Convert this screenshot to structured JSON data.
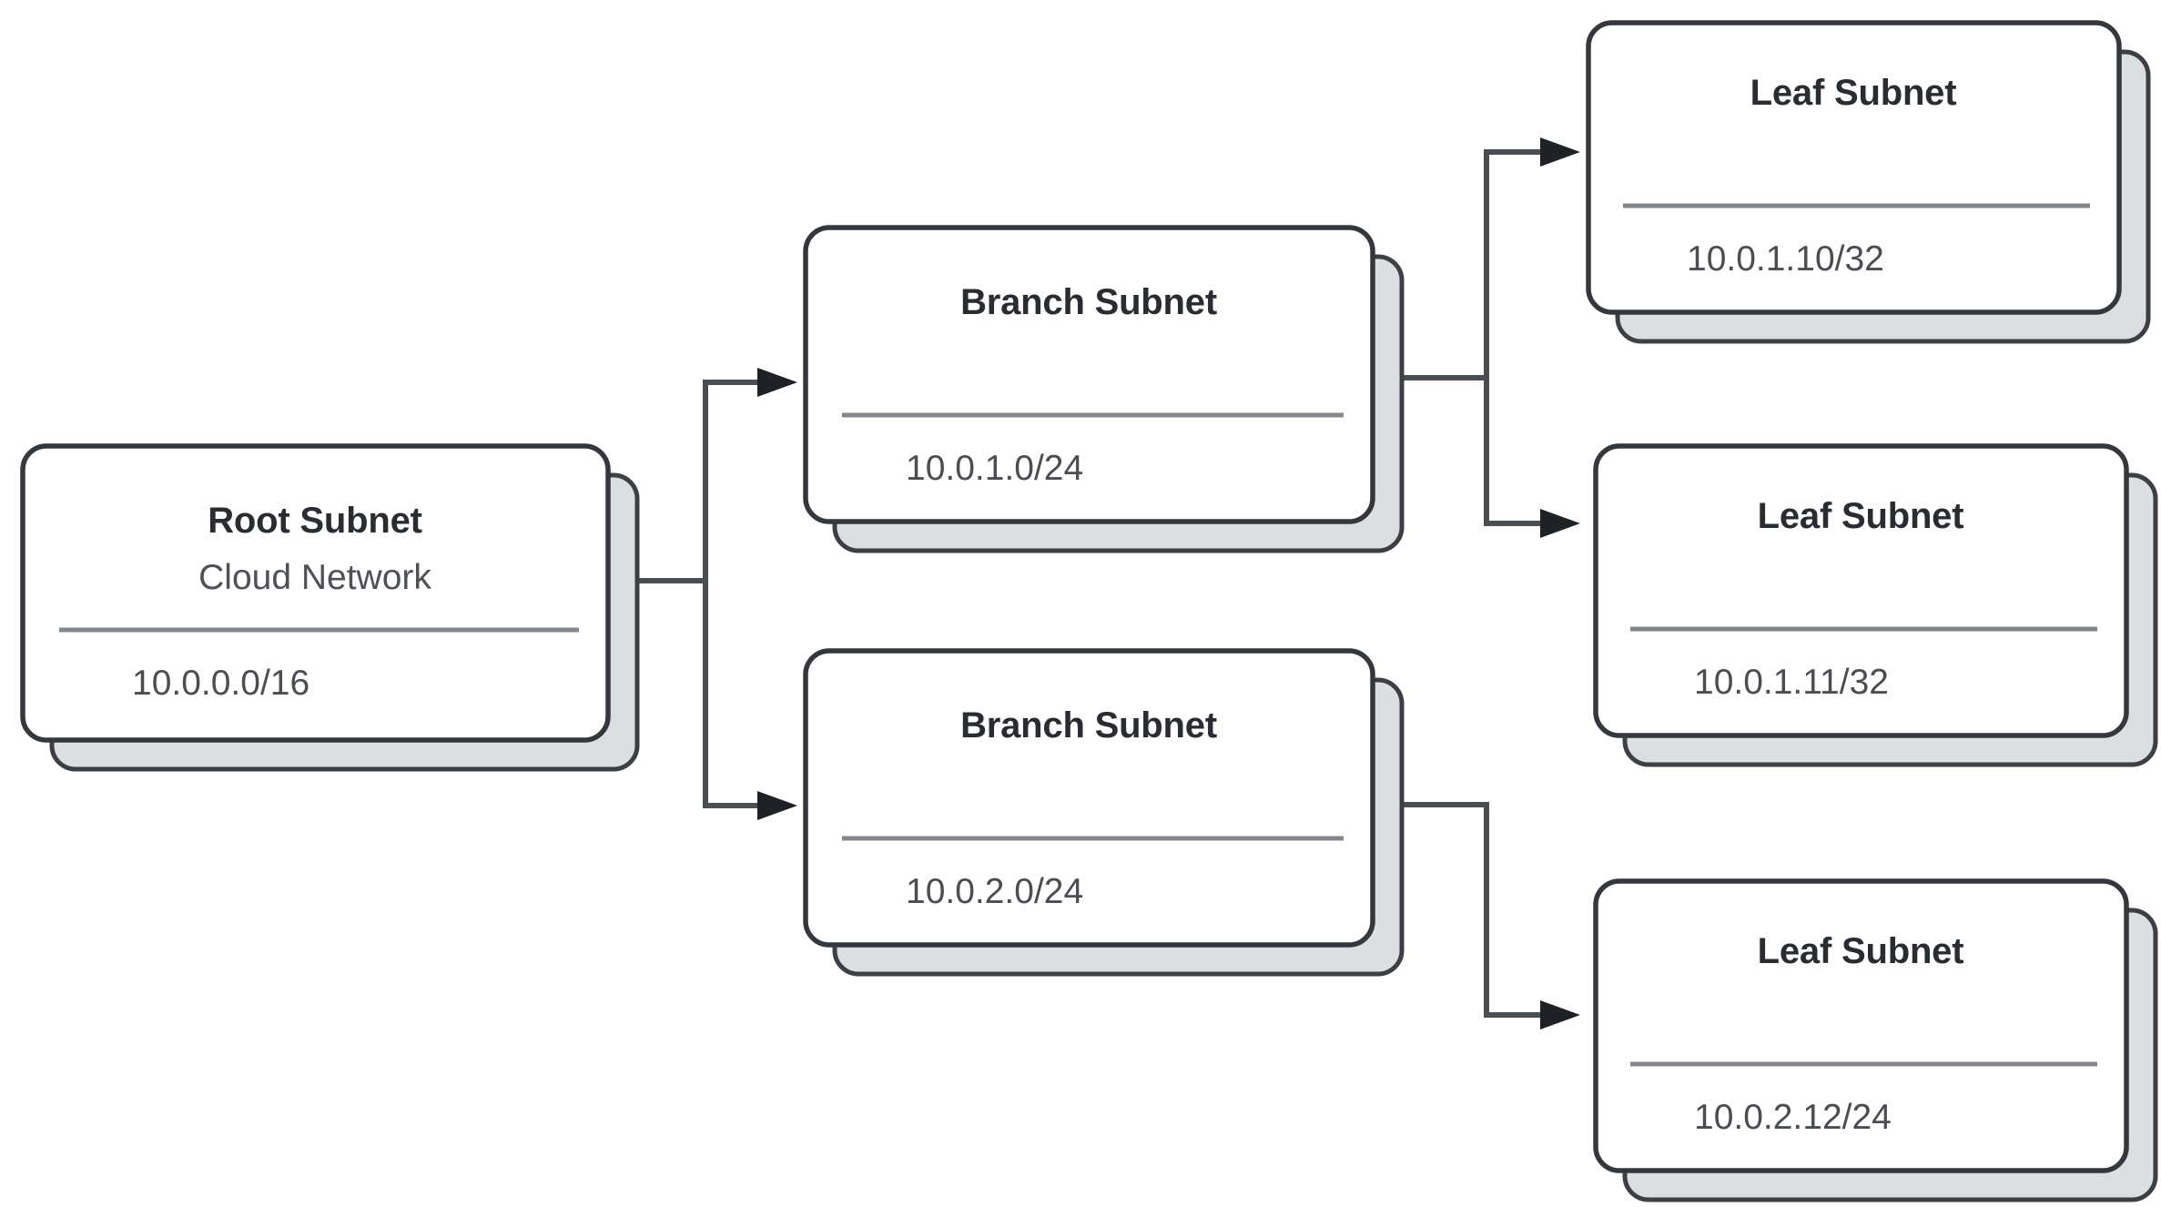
{
  "diagram": {
    "type": "hierarchy-tree",
    "orientation": "left-to-right",
    "background_color": "#ffffff",
    "card_face_color": "#ffffff",
    "card_shadow_color": "#dcdee1",
    "card_border_color": "#34383c",
    "divider_color": "#83878b",
    "connector_color": "#4a4e52",
    "title_color": "#292d31",
    "body_text_color": "#4a4e52"
  },
  "nodes": {
    "root": {
      "title": "Root Subnet",
      "subtitle": "Cloud Network",
      "cidr": "10.0.0.0/16"
    },
    "branch_1": {
      "title": "Branch Subnet",
      "subtitle": "",
      "cidr": "10.0.1.0/24"
    },
    "branch_2": {
      "title": "Branch Subnet",
      "subtitle": "",
      "cidr": "10.0.2.0/24"
    },
    "leaf_1": {
      "title": "Leaf Subnet",
      "subtitle": "",
      "cidr": "10.0.1.10/32"
    },
    "leaf_2": {
      "title": "Leaf Subnet",
      "subtitle": "",
      "cidr": "10.0.1.11/32"
    },
    "leaf_3": {
      "title": "Leaf Subnet",
      "subtitle": "",
      "cidr": "10.0.2.12/24"
    }
  },
  "edges": [
    {
      "from": "root",
      "to": "branch_1"
    },
    {
      "from": "root",
      "to": "branch_2"
    },
    {
      "from": "branch_1",
      "to": "leaf_1"
    },
    {
      "from": "branch_1",
      "to": "leaf_2"
    },
    {
      "from": "branch_2",
      "to": "leaf_3"
    }
  ]
}
